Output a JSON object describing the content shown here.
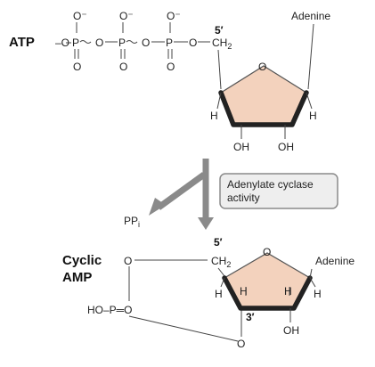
{
  "atp": {
    "label": "ATP",
    "o_minus": "O⁻",
    "o": "O",
    "p": "P",
    "prime5": "5′",
    "ch2": "CH",
    "sub2": "2",
    "adenine": "Adenine",
    "h": "H",
    "oh": "OH"
  },
  "reaction": {
    "enzyme_line1": "Adenylate cyclase",
    "enzyme_line2": "activity",
    "byproduct_main": "PP",
    "byproduct_sub": "i"
  },
  "camp": {
    "label_line1": "Cyclic",
    "label_line2": "AMP",
    "o": "O",
    "prime5": "5′",
    "prime3": "3′",
    "ch2": "CH",
    "sub2": "2",
    "adenine": "Adenine",
    "h": "H",
    "oh": "OH",
    "ho_p_o": "HO–P═O"
  },
  "colors": {
    "ribose_fill": "#f3d2bd",
    "arrow_gray": "#8a8a8a",
    "box_fill": "#eeeeee"
  }
}
